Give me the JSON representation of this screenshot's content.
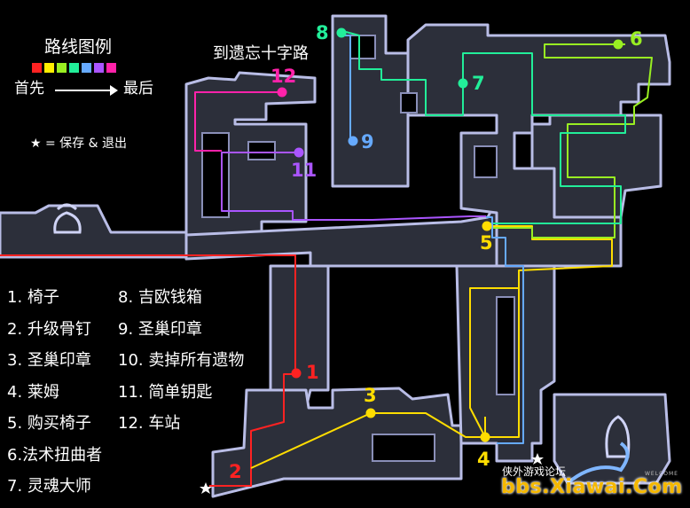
{
  "legend": {
    "title": "路线图例",
    "first": "首先",
    "last": "最后",
    "colors": [
      "#ff2222",
      "#ffee00",
      "#99ee22",
      "#22ee99",
      "#66aaff",
      "#aa55ff",
      "#ff22aa"
    ]
  },
  "save_note": "★ = 保存 & 退出",
  "destination": "到遗忘十字路",
  "items": [
    "1. 椅子",
    "2. 升级骨钉",
    "3. 圣巢印章",
    "4. 莱姆",
    "5. 购买椅子",
    "6.法术扭曲者",
    "7. 灵魂大师",
    "8. 吉欧钱箱",
    "9. 圣巢印章",
    "10. 卖掉所有遗物",
    "11. 简单钥匙",
    "12. 车站"
  ],
  "markers": [
    {
      "label": "1",
      "color": "#ff2222"
    },
    {
      "label": "2",
      "color": "#ff2222"
    },
    {
      "label": "3",
      "color": "#ffdd00"
    },
    {
      "label": "4",
      "color": "#ffdd00"
    },
    {
      "label": "5",
      "color": "#ffdd00"
    },
    {
      "label": "6",
      "color": "#99ee22"
    },
    {
      "label": "7",
      "color": "#22ee99"
    },
    {
      "label": "8",
      "color": "#22ee99"
    },
    {
      "label": "9",
      "color": "#66aaff"
    },
    {
      "label": "11",
      "color": "#aa55ff"
    },
    {
      "label": "12",
      "color": "#ff22aa"
    }
  ],
  "watermark": {
    "site": "bbs.Xiawai.Com",
    "cn": "侠外游戏论坛",
    "small": "WELCOME"
  }
}
